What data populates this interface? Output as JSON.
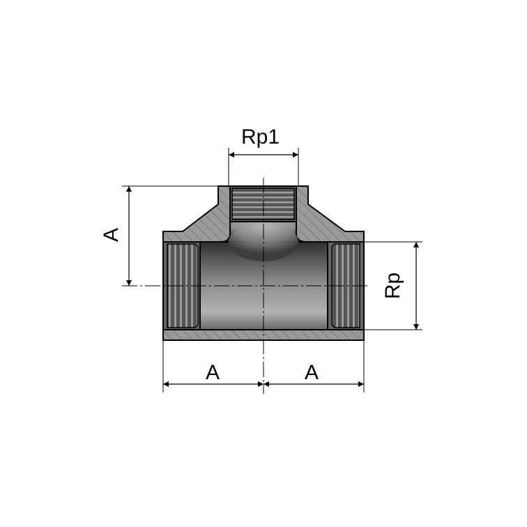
{
  "diagram": {
    "labels": {
      "top_thread": "Rp1",
      "side_thread": "Rp",
      "height": "A",
      "left_length": "A",
      "right_length": "A"
    },
    "colors": {
      "section_fill": "#9a9a9a",
      "outline": "#000000",
      "bore_dark": "#3a3a3a",
      "bore_light": "#b0b0b0"
    }
  }
}
